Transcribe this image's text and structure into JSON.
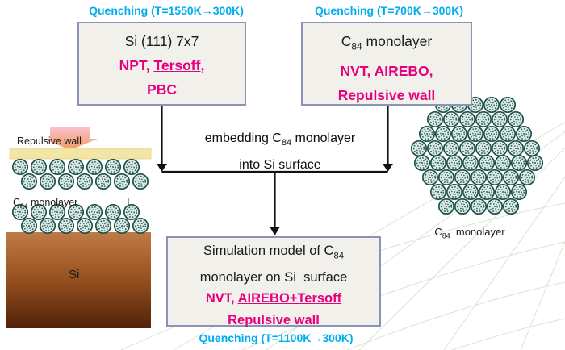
{
  "palette": {
    "cyan": "#00ADEE",
    "magenta": "#E6007E",
    "box_border": "#8B93B8",
    "box_bg": "#F1F0EB",
    "wall_yellow": "#F3E5A5",
    "si_top": "#BF7A45",
    "si_mid": "#96501F",
    "si_bottom": "#4F2209",
    "fullerene": "#1E4F4B",
    "arrow": "#111111"
  },
  "labels": {
    "quench_left": "Quenching (T=1550K→300K)",
    "quench_right": "Quenching (T=700K→300K)",
    "quench_bottom": "Quenching (T=1100K→300K)"
  },
  "box_si": {
    "title": "Si (111) 7x7",
    "m1_pre": "NPT, ",
    "m1_u": "Tersoff",
    "m1_post": ",",
    "m2": "PBC"
  },
  "box_c84": {
    "t_c": "C",
    "t_sub": "84",
    "t_rest": " monolayer",
    "m1_pre": "NVT, ",
    "m1_u": "AIREBO",
    "m1_post": ",",
    "m2": "Repulsive wall"
  },
  "embed": {
    "l1_pre": "embedding C",
    "l1_sub": "84",
    "l1_post": " monolayer",
    "l2": "into Si surface"
  },
  "box_model": {
    "t1_pre": "Simulation model of C",
    "t1_sub": "84",
    "t2": "monolayer on Si  surface",
    "m1_pre": "NVT, ",
    "m1_u": "AIREBO+Tersoff",
    "m2": "Repulsive wall"
  },
  "left_scene": {
    "wall_label": "Repulsive wall",
    "mono_pre": "C",
    "mono_sub": "84",
    "mono_post": " monolayer",
    "si": "Si"
  },
  "right_scene": {
    "pre": "C",
    "sub": "84",
    "post": "  monolayer"
  }
}
